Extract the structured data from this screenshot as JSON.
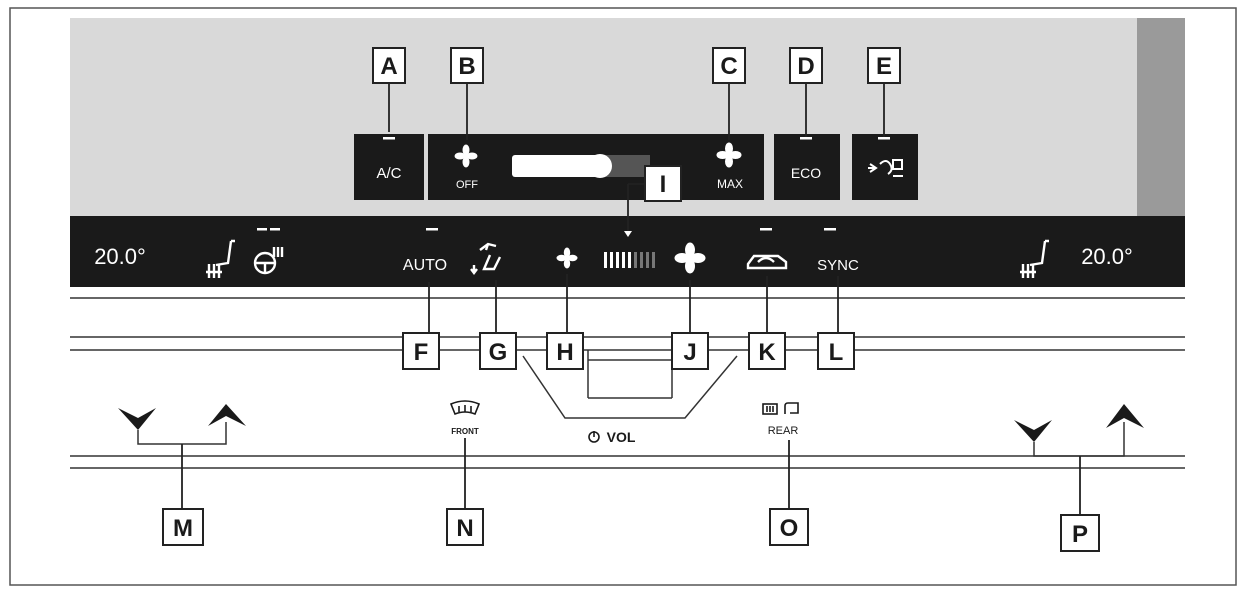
{
  "touch_screen": {
    "ac_label": "A/C",
    "fan_off_label": "OFF",
    "fan_max_label": "MAX",
    "eco_label": "ECO"
  },
  "control_strip": {
    "left_temp": "20.0°",
    "right_temp": "20.0°",
    "auto_label": "AUTO",
    "sync_label": "SYNC"
  },
  "lower_panel": {
    "front_label": "FRONT",
    "rear_label": "REAR",
    "vol_label": "VOL"
  },
  "callouts": {
    "a": "A",
    "b": "B",
    "c": "C",
    "d": "D",
    "e": "E",
    "f": "F",
    "g": "G",
    "h": "H",
    "i": "I",
    "j": "J",
    "k": "K",
    "l": "L",
    "m": "M",
    "n": "N",
    "o": "O",
    "p": "P"
  },
  "colors": {
    "screen_bg": "#d9d9d9",
    "panel": "#1a1a1a",
    "screen_edge": "#9a9a9a"
  }
}
